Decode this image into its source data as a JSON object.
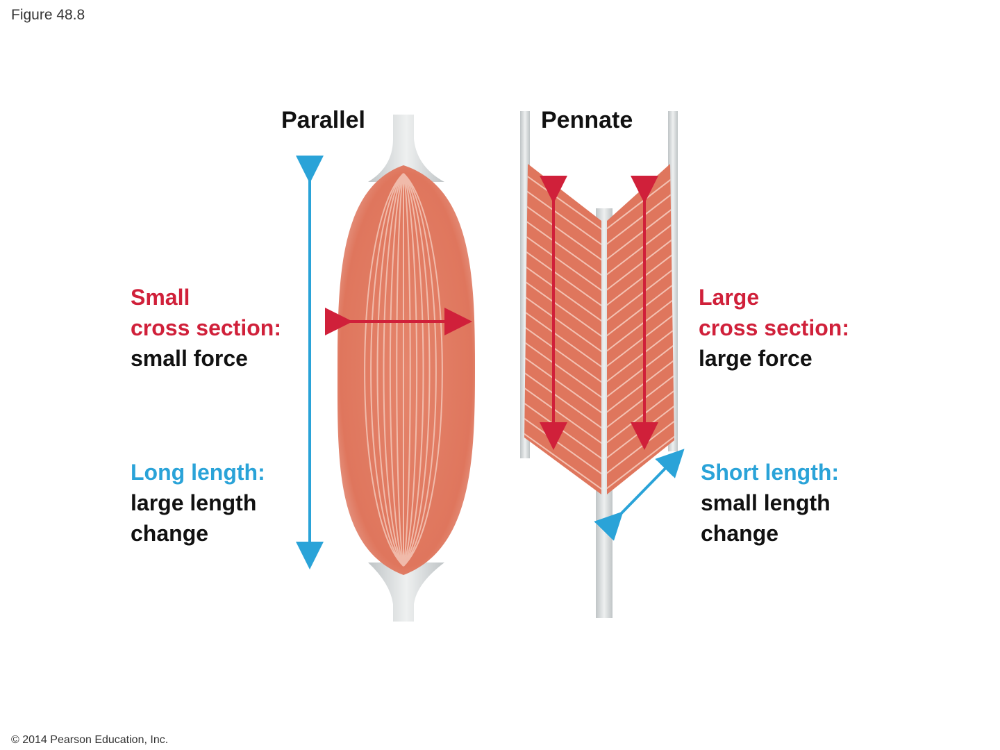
{
  "figure_label": "Figure 48.8",
  "copyright": "© 2014 Pearson Education, Inc.",
  "parallel": {
    "title": "Parallel",
    "cross_section_line1": "Small",
    "cross_section_line2": "cross section:",
    "force": "small force",
    "length_heading": "Long length:",
    "length_line1": "large length",
    "length_line2": "change"
  },
  "pennate": {
    "title": "Pennate",
    "cross_section_line1": "Large",
    "cross_section_line2": "cross section:",
    "force": "large force",
    "length_heading": "Short length:",
    "length_line1": "small length",
    "length_line2": "change"
  },
  "colors": {
    "muscle": "#e07a62",
    "fiber": "#f3c1b2",
    "tendon": "#d6dadb",
    "red_arrow": "#d0203a",
    "blue_arrow": "#2aa3d8"
  }
}
